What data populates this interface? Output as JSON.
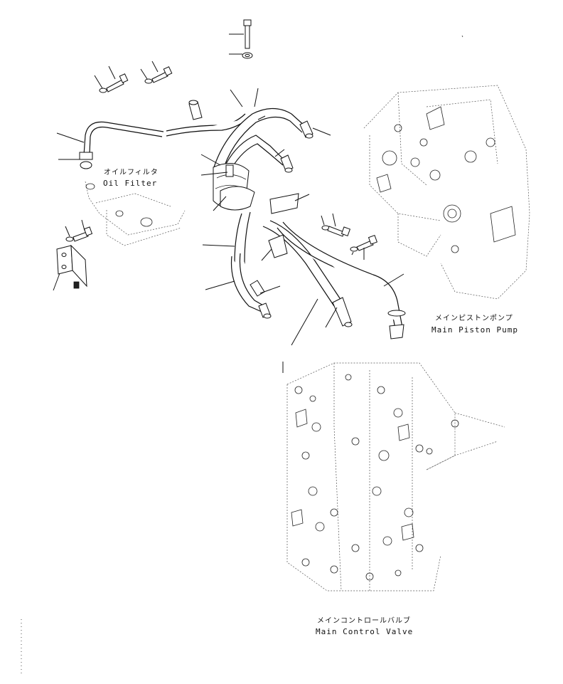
{
  "labels": {
    "oil_filter_jp": "オイルフィルタ",
    "oil_filter_en": "Oil Filter",
    "main_pump_jp": "メインピストンポンプ",
    "main_pump_en": "Main Piston Pump",
    "control_valve_jp": "メインコントロールバルブ",
    "control_valve_en": "Main Control Valve"
  }
}
